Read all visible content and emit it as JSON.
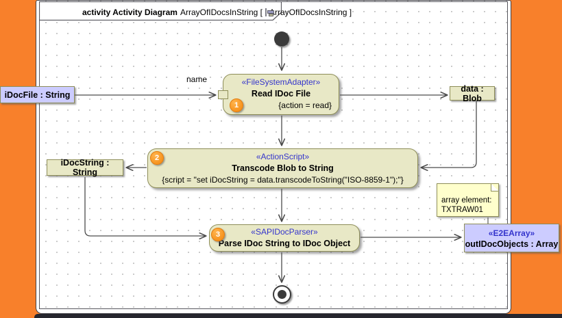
{
  "frame": {
    "title_bold": "activity Activity Diagram",
    "title_name": "ArrayOfIDocsInString [",
    "title_ref": "ArrayOfIDocsInString ]",
    "icon": "activity-diagram-icon"
  },
  "actions": [
    {
      "stereotype": "«FileSystemAdapter»",
      "name": "Read IDoc File",
      "tag": "{action = read}",
      "badge": "1"
    },
    {
      "stereotype": "«ActionScript»",
      "name": "Transcode Blob to String",
      "tag": "{script = \"set iDocString = data.transcodeToString(\"ISO-8859-1\");\"}",
      "badge": "2"
    },
    {
      "stereotype": "«SAPIDocParser»",
      "name": "Parse IDoc String to IDoc Object",
      "badge": "3"
    }
  ],
  "object_nodes": [
    {
      "name": "iDocFile : String"
    },
    {
      "name": "data : Blob"
    },
    {
      "name": "iDocString : String"
    },
    {
      "stereotype": "«E2EArray»",
      "name": "outIDocObjects : Array"
    }
  ],
  "note": {
    "line1": "array element:",
    "line2": "TXTRAW01"
  },
  "edge_labels": {
    "pin_name": "name"
  },
  "colors": {
    "desktop_orange": "#F8802B",
    "action_fill": "#E8E8C6",
    "action_border": "#8D8D58",
    "object_lavender": "#CCCCFF",
    "note_yellow": "#FFFFCC",
    "stereotype_blue": "#3333CC",
    "badge_orange": "#F7941E",
    "edge_gray": "#4a4a4a"
  }
}
